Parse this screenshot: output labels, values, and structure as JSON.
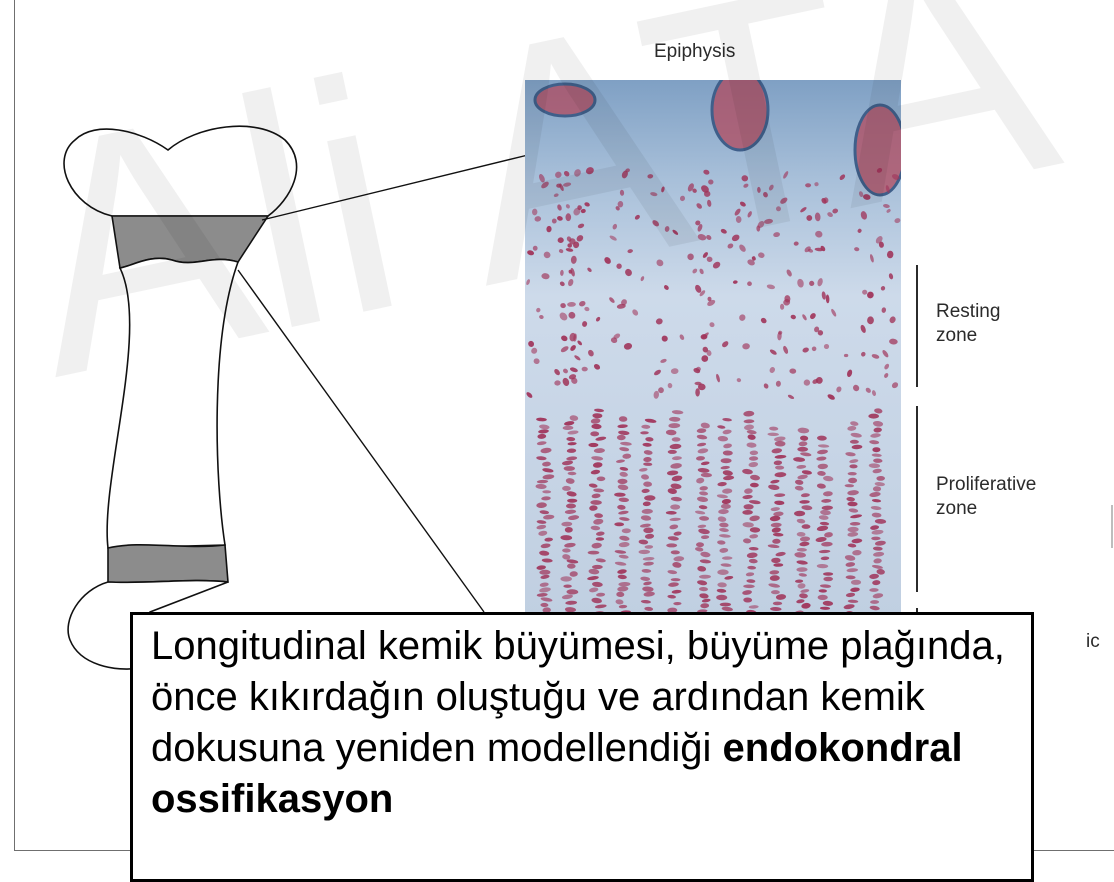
{
  "diagram": {
    "title": "Epiphysis",
    "zones": [
      {
        "line1": "Resting",
        "line2": "zone"
      },
      {
        "line1": "Proliferative",
        "line2": "zone"
      },
      {
        "partial": "ic"
      }
    ],
    "watermark": "Ali ATA"
  },
  "caption": {
    "text": "Longitudinal kemik büyümesi, büyüme plağında, önce kıkırdağın oluştuğu ve ardından kemik dokusuna yeniden modellendiği",
    "bold": "endokondral ossifikasyon"
  },
  "colors": {
    "bone_outline": "#111111",
    "growth_plate": "#8c8c8c",
    "tissue_bg": "#c4d2e2",
    "tissue_top": "#7fa0c4",
    "cell": "#a0345a"
  }
}
